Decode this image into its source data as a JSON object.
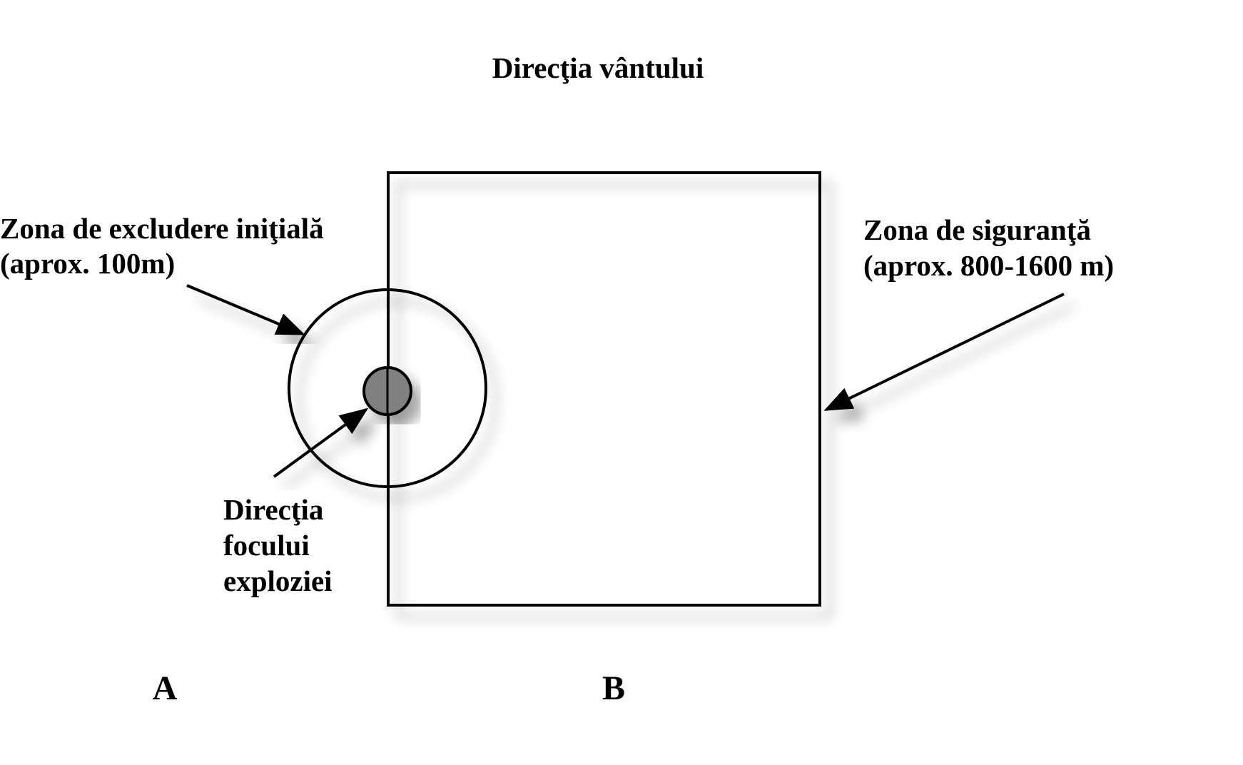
{
  "labels": {
    "wind_direction": "Direcţia vântului",
    "initial_exclusion_zone": [
      "Zona de excludere iniţială",
      "(aprox. 100m)"
    ],
    "safety_zone": [
      "Zona de siguranţă",
      "(aprox. 800-1600 m)"
    ],
    "blast_focus_direction": [
      "Direcţia",
      "focului",
      "exploziei"
    ],
    "region_a": "A",
    "region_b": "B"
  },
  "colors": {
    "stroke": "#000000",
    "focus_fill": "#808080",
    "background": "#ffffff"
  }
}
